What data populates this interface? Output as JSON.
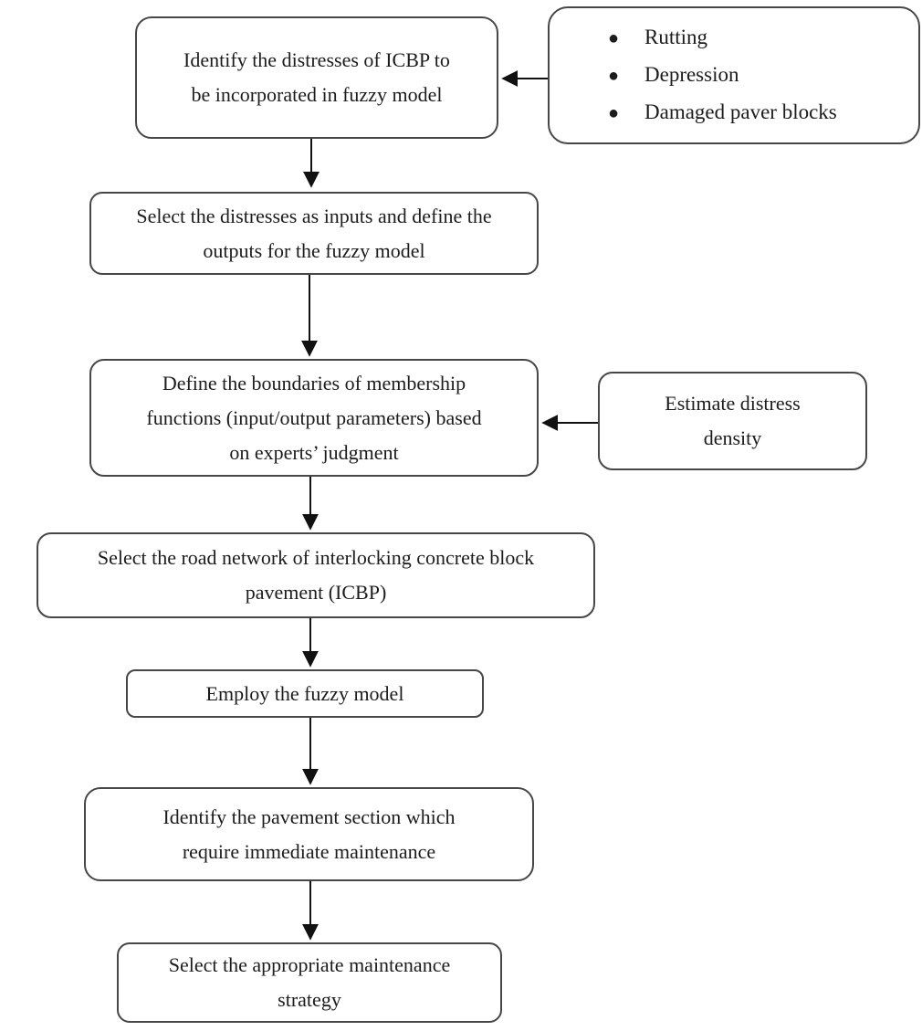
{
  "flow": {
    "steps": [
      {
        "id": "identify-distresses",
        "label": "Identify the distresses of ICBP to be incorporated in fuzzy model"
      },
      {
        "id": "select-inputs-outputs",
        "label": "Select the distresses as inputs and define the outputs for the fuzzy model"
      },
      {
        "id": "define-boundaries",
        "label": "Define the boundaries of membership functions (input/output parameters) based on experts’ judgment"
      },
      {
        "id": "select-road-network",
        "label": "Select the road network of interlocking concrete block pavement (ICBP)"
      },
      {
        "id": "employ-fuzzy-model",
        "label": "Employ the fuzzy model"
      },
      {
        "id": "identify-section",
        "label": "Identify the pavement section which require immediate maintenance"
      },
      {
        "id": "select-strategy",
        "label": "Select the appropriate maintenance strategy"
      }
    ],
    "annotations": {
      "distress_types": {
        "items": [
          "Rutting",
          "Depression",
          "Damaged paver blocks"
        ]
      },
      "estimate_density": {
        "label": "Estimate distress density"
      }
    },
    "colors": {
      "box_border": "#474747",
      "text": "#1c1c1c",
      "arrow": "#111111",
      "background": "#ffffff"
    }
  }
}
